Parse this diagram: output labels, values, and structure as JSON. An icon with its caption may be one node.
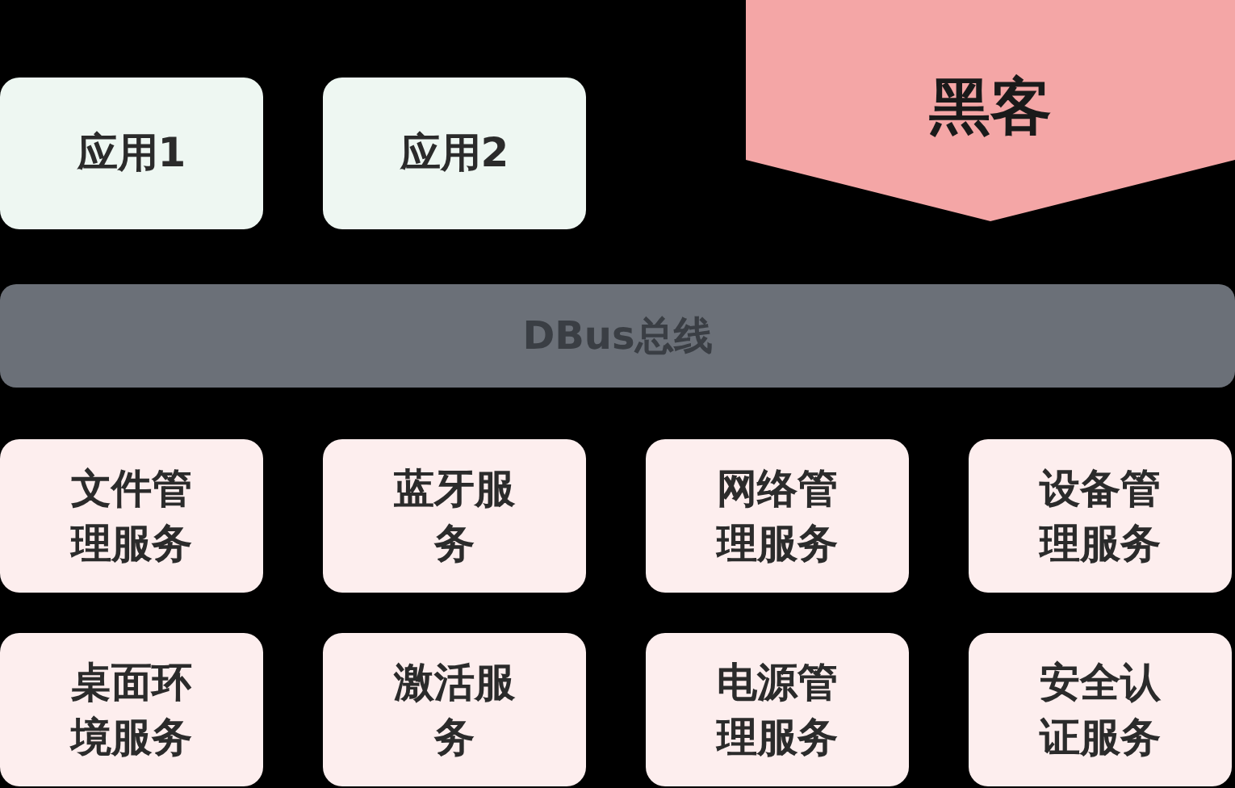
{
  "diagram": {
    "nodes": [
      {
        "text": [
          "应用1"
        ]
      },
      {
        "text": [
          "应用2"
        ]
      },
      {
        "text": [
          "黑客"
        ]
      },
      {
        "text": [
          "DBus总线"
        ]
      },
      {
        "text": [
          "文件管理服务"
        ]
      },
      {
        "text": [
          "蓝牙服务"
        ]
      },
      {
        "text": [
          "网络管理服务"
        ]
      },
      {
        "text": [
          "设备管理服务"
        ]
      },
      {
        "text": [
          "桌面环境服务"
        ]
      },
      {
        "text": [
          "激活服务"
        ]
      },
      {
        "text": [
          "电源管理服务"
        ]
      },
      {
        "text": [
          "安全认证服务"
        ]
      }
    ]
  }
}
